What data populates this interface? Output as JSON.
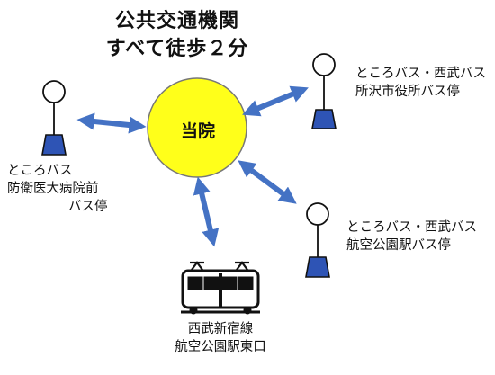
{
  "title": {
    "line1": "公共交通機関",
    "line2": "すべて徒歩２分"
  },
  "hospital": {
    "label": "当院",
    "color": "#ffff1a"
  },
  "stops": {
    "left": {
      "line1": "ところバス",
      "line2": "防衛医大病院前",
      "line3": "バス停"
    },
    "top_right": {
      "line1": "ところバス・西武バス",
      "line2": "所沢市役所バス停"
    },
    "bottom_right": {
      "line1": "ところバス・西武バス",
      "line2": "航空公園駅バス停"
    },
    "train": {
      "line1": "西武新宿線",
      "line2": "航空公園駅東口"
    }
  },
  "colors": {
    "arrow": "#4472c4",
    "sign_base": "#2e54b5",
    "outline": "#111111"
  },
  "icons": [
    "bus-stop-icon",
    "train-icon",
    "double-arrow-icon"
  ]
}
